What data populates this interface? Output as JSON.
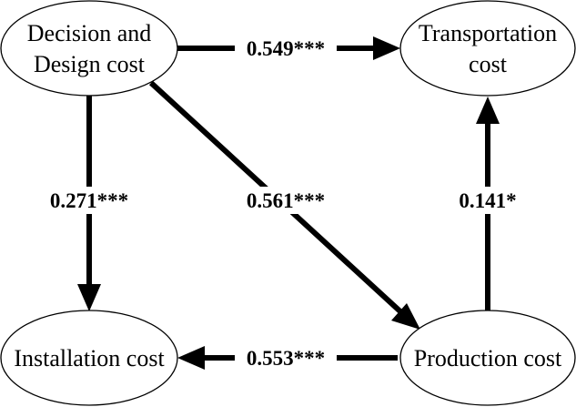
{
  "diagram": {
    "nodes": {
      "decision": {
        "line1": "Decision and",
        "line2": "Design cost"
      },
      "transport": {
        "line1": "Transportation",
        "line2": "cost"
      },
      "installation": {
        "line1": "Installation cost"
      },
      "production": {
        "line1": "Production cost"
      }
    },
    "edges": {
      "decision_to_transport": {
        "from": "Decision and Design cost",
        "to": "Transportation cost",
        "coefficient": "0.549***"
      },
      "decision_to_installation": {
        "from": "Decision and Design cost",
        "to": "Installation cost",
        "coefficient": "0.271***"
      },
      "decision_to_production": {
        "from": "Decision and Design cost",
        "to": "Production cost",
        "coefficient": "0.561***"
      },
      "production_to_transport": {
        "from": "Production cost",
        "to": "Transportation cost",
        "coefficient": "0.141*"
      },
      "production_to_installation": {
        "from": "Production cost",
        "to": "Installation cost",
        "coefficient": "0.553***"
      }
    }
  }
}
